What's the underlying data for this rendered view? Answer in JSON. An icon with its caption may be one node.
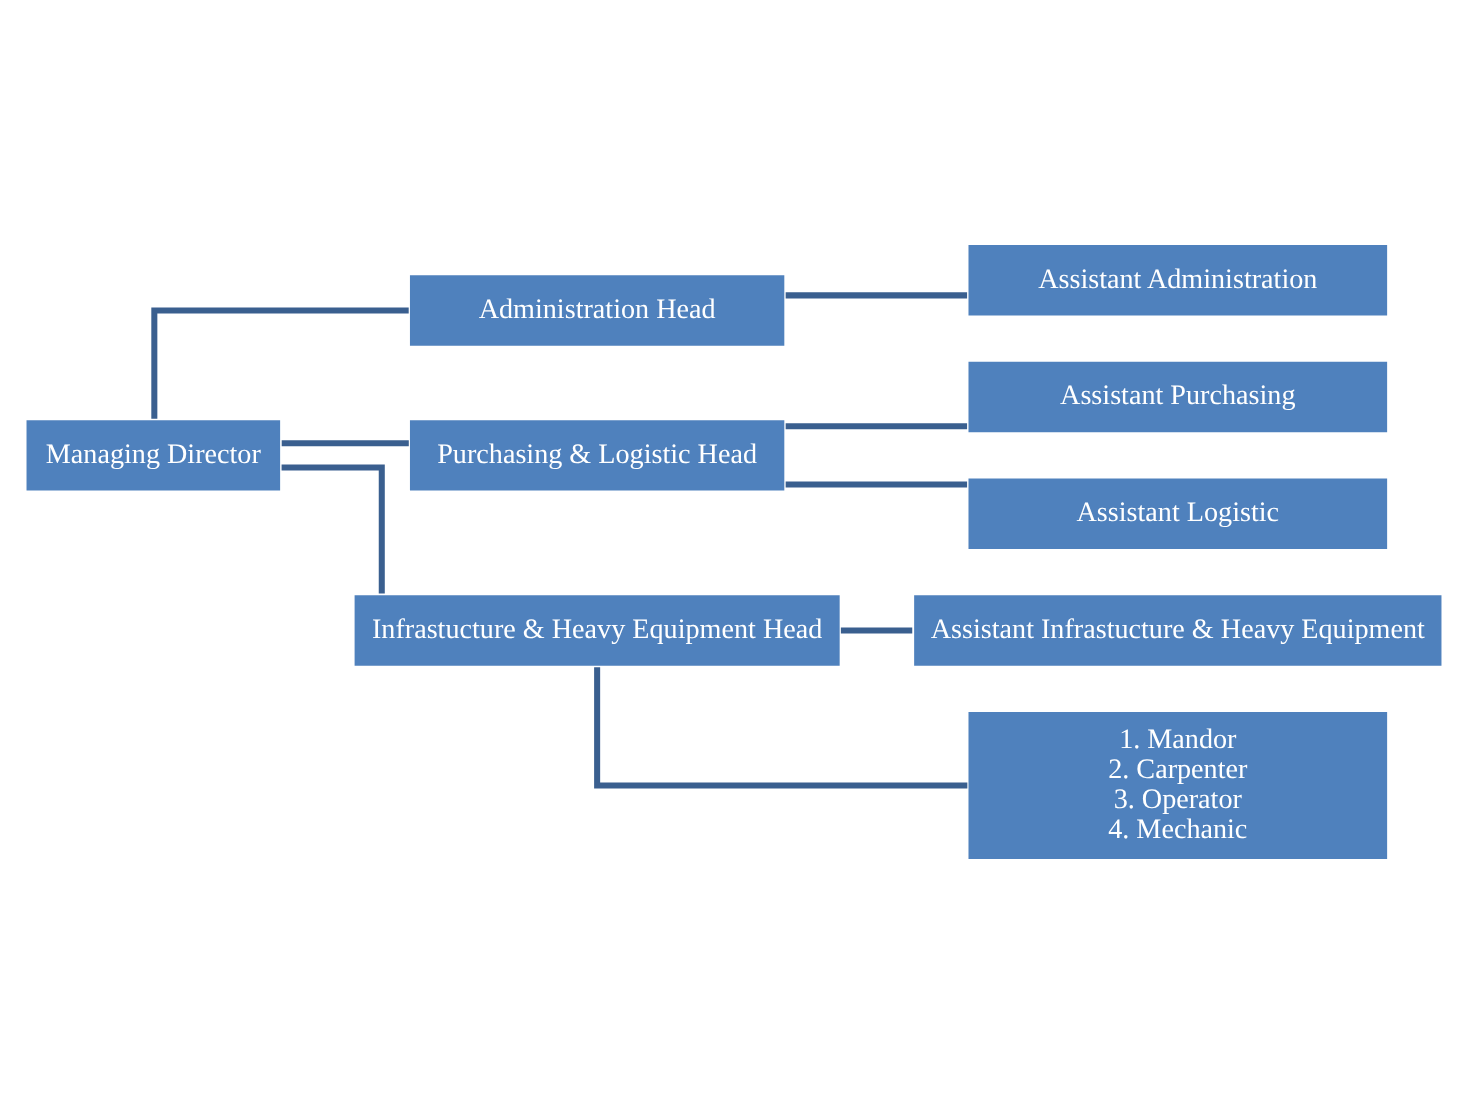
{
  "diagram": {
    "nodes": [
      {
        "text": [
          "Managing Director"
        ]
      },
      {
        "text": [
          "Administration Head"
        ]
      },
      {
        "text": [
          "Purchasing & Logistic Head"
        ]
      },
      {
        "text": [
          "Infrastucture & Heavy Equipment Head"
        ]
      },
      {
        "text": [
          "Assistant Administration"
        ]
      },
      {
        "text": [
          "Assistant Purchasing"
        ]
      },
      {
        "text": [
          "Assistant Logistic"
        ]
      },
      {
        "text": [
          "Assistant Infrastucture & Heavy Equipment"
        ]
      },
      {
        "text": [
          "1. Mandor",
          "2. Carpenter",
          "3. Operator",
          "4. Mechanic"
        ]
      }
    ],
    "edges": [
      {
        "from": 0,
        "to": 1,
        "arrow": "none"
      },
      {
        "from": 0,
        "to": 2,
        "arrow": "none"
      },
      {
        "from": 0,
        "to": 3,
        "arrow": "none"
      },
      {
        "from": 1,
        "to": 4,
        "arrow": "none"
      },
      {
        "from": 2,
        "to": 5,
        "arrow": "none"
      },
      {
        "from": 2,
        "to": 6,
        "arrow": "none"
      },
      {
        "from": 3,
        "to": 7,
        "arrow": "none"
      },
      {
        "from": 3,
        "to": 8,
        "arrow": "none"
      }
    ]
  }
}
